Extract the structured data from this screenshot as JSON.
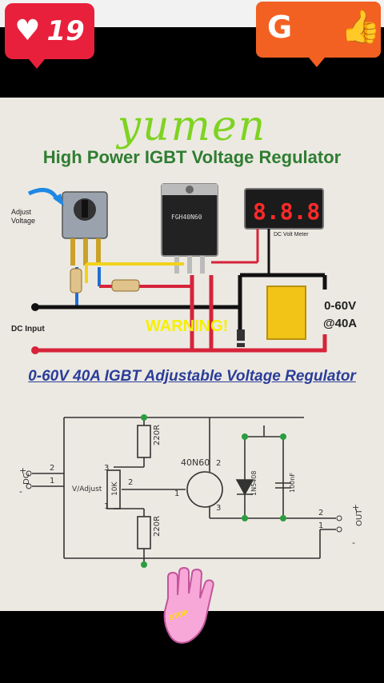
{
  "overlay": {
    "likes_count": "19",
    "g_label": "G"
  },
  "diagram": {
    "brand": "yumen",
    "title": "High Power IGBT Voltage Regulator",
    "adjust_label": "Adjust Voltage",
    "dc_input_label": "DC Input",
    "meter_label": "DC Volt Meter",
    "meter_digits": "8.8.8",
    "igbt_marking": "FGH40N60",
    "output_line1": "0-60V",
    "output_line2": "@40A",
    "warning": "WARNING!",
    "subtitle": "0-60V 40A IGBT Adjustable Voltage Regulator"
  },
  "schematic": {
    "dc_in_label": "DC",
    "out_label": "OUT",
    "resistor_top": "220R",
    "resistor_bottom": "220R",
    "pot_value": "10K",
    "pot_label": "V/Adjust",
    "transistor": "40N60",
    "diode": "1N5408",
    "capacitor": "100nF",
    "pin1": "1",
    "pin2": "2",
    "pin3": "3",
    "plus": "+",
    "minus": "-"
  },
  "stop_label": "STOP"
}
